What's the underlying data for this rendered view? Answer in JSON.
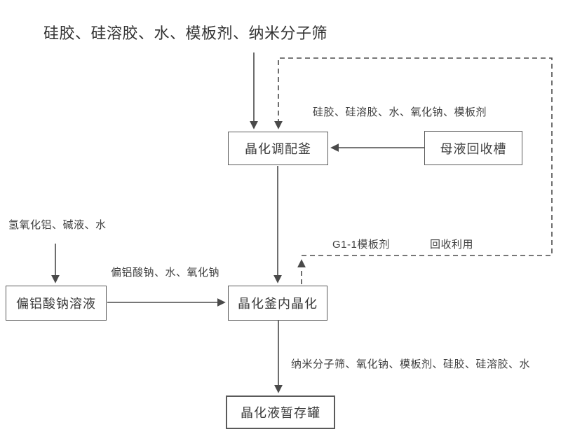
{
  "diagram": {
    "title": "硅胶、硅溶胶、水、模板剂、纳米分子筛",
    "nodes": {
      "blending_kettle": "晶化调配釜",
      "mother_liquor_tank": "母液回收槽",
      "sodium_aluminate_solution": "偏铝酸钠溶液",
      "crystallization_kettle": "晶化釜内晶化",
      "storage_tank": "晶化液暂存罐"
    },
    "edge_labels": {
      "recycle_stream": "硅胶、硅溶胶、水、氧化钠、模板剂",
      "alkali_input": "氢氧化铝、碱液、水",
      "aluminate_stream": "偏铝酸钠、水、氧化钠",
      "template_agent": "G1-1模板剂",
      "reuse": "回收利用",
      "output_stream": "纳米分子筛、氧化钠、模板剂、硅胶、硅溶胶、水"
    },
    "colors": {
      "line": "#4a4a4a",
      "text": "#3a3a3a",
      "background": "#ffffff"
    }
  }
}
